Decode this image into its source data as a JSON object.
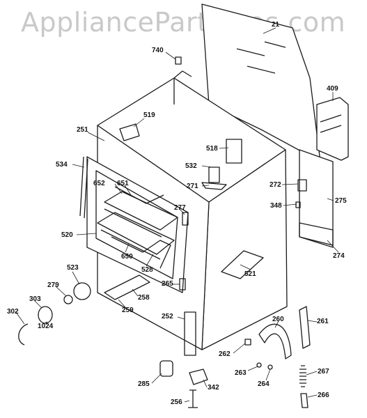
{
  "watermark": "AppliancePartsPros.com",
  "colors": {
    "ink": "#1a1a1a",
    "watermark": "#c9c9c9",
    "paper": "#ffffff"
  },
  "callouts": {
    "p21": "21",
    "p740": "740",
    "p409": "409",
    "p519": "519",
    "p251": "251",
    "p518": "518",
    "p534": "534",
    "p532": "532",
    "p271": "271",
    "p272": "272",
    "p275": "275",
    "p652": "652",
    "p651": "651",
    "p277": "277",
    "p348": "348",
    "p520": "520",
    "p274": "274",
    "p650": "650",
    "p528": "528",
    "p521": "521",
    "p523": "523",
    "p279": "279",
    "p265": "265",
    "p303": "303",
    "p258": "258",
    "p259": "259",
    "p302": "302",
    "p1024": "1024",
    "p252": "252",
    "p260": "260",
    "p261": "261",
    "p262": "262",
    "p263": "263",
    "p264": "264",
    "p267": "267",
    "p285": "285",
    "p342": "342",
    "p256": "256",
    "p266": "266"
  }
}
